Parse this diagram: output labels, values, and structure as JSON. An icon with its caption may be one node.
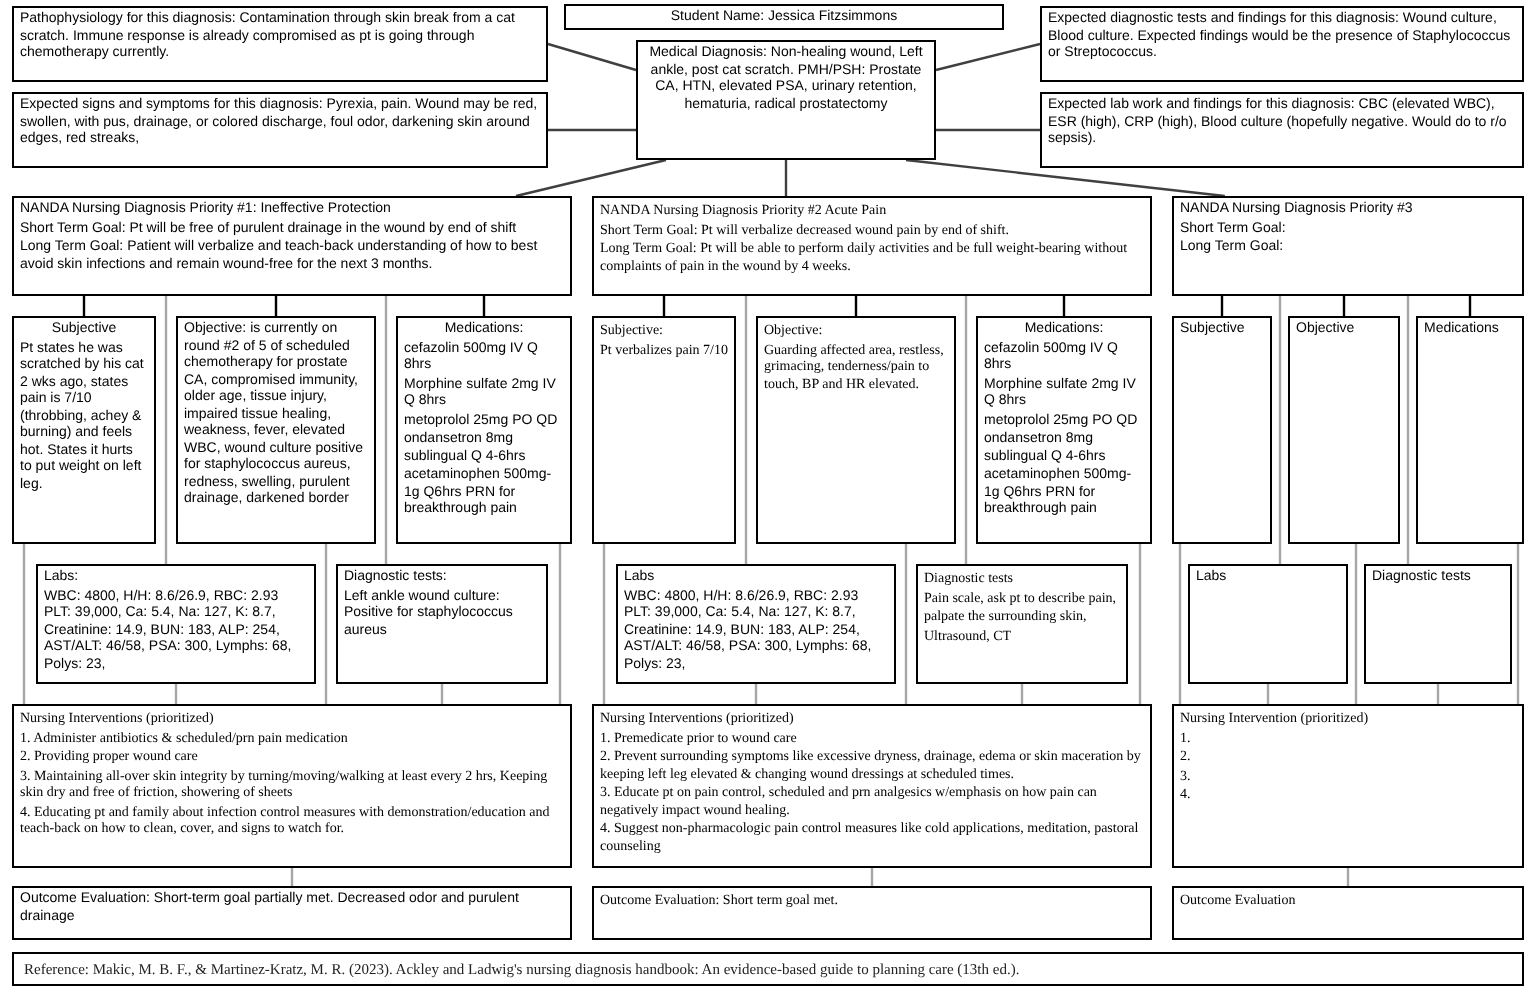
{
  "diagram": {
    "nodes": [
      {
        "text": [
          "Student Name: Jessica Fitzsimmons"
        ]
      },
      {
        "text": [
          "Pathophysiology for this diagnosis: Contamination through skin break from a cat scratch. Immune response is already compromised as pt is going through chemotherapy currently."
        ]
      },
      {
        "text": [
          "Medical Diagnosis: Non-healing wound, Left ankle, post cat scratch. PMH/PSH: Prostate CA, HTN, elevated PSA, urinary retention, hematuria, radical prostatectomy"
        ]
      },
      {
        "text": [
          "Expected diagnostic tests and findings for this diagnosis: Wound culture, Blood culture. Expected findings would be the presence of Staphylococcus or Streptococcus."
        ]
      },
      {
        "text": [
          "Expected signs and symptoms for this diagnosis: Pyrexia, pain. Wound may be red, swollen, with pus, drainage, or colored discharge, foul odor, darkening skin around edges, red streaks,"
        ]
      },
      {
        "text": [
          "Expected lab work and findings for this diagnosis: CBC (elevated WBC), ESR (high), CRP (high), Blood culture (hopefully negative. Would do to r/o sepsis)."
        ]
      },
      {
        "text": [
          "NANDA Nursing Diagnosis Priority #1: Ineffective Protection",
          "Short Term Goal: Pt will be free of purulent drainage in the wound by end of shift",
          "Long Term Goal: Patient will verbalize and teach-back understanding of how to best avoid skin infections and remain wound-free for the next 3 months."
        ]
      },
      {
        "text": [
          "Subjective",
          "Pt states he was scratched by his cat 2 wks ago, states pain is 7/10 (throbbing, achey & burning) and feels hot. States it hurts to put weight on left leg."
        ]
      },
      {
        "text": [
          "Objective: is currently on round #2 of 5 of scheduled chemotherapy for prostate CA, compromised immunity, older age, tissue injury, impaired tissue healing, weakness, fever, elevated WBC, wound culture positive for staphylococcus aureus, redness, swelling, purulent drainage, darkened border"
        ]
      },
      {
        "text": [
          "Medications:",
          "cefazolin 500mg IV Q 8hrs",
          "Morphine sulfate 2mg IV Q 8hrs",
          "metoprolol 25mg PO QD",
          "ondansetron 8mg sublingual Q 4-6hrs",
          "acetaminophen 500mg-1g Q6hrs PRN for breakthrough pain"
        ]
      },
      {
        "text": [
          "Labs:",
          "WBC: 4800, H/H: 8.6/26.9, RBC: 2.93 PLT: 39,000, Ca: 5.4, Na: 127, K: 8.7, Creatinine: 14.9, BUN: 183, ALP: 254, AST/ALT: 46/58, PSA: 300, Lymphs: 68, Polys: 23,"
        ]
      },
      {
        "text": [
          "Diagnostic tests:",
          "Left ankle wound culture: Positive for staphylococcus aureus"
        ]
      },
      {
        "text": [
          "Nursing Interventions (prioritized)",
          "1. Administer antibiotics & scheduled/prn pain medication",
          "2. Providing proper wound care",
          "3. Maintaining all-over skin integrity by turning/moving/walking at least every 2 hrs, Keeping skin dry and free of friction, showering of sheets",
          "4. Educating pt and family about infection control measures with demonstration/education and teach-back on how to clean, cover, and signs to watch for."
        ]
      },
      {
        "text": [
          "Outcome Evaluation: Short-term goal partially met. Decreased odor and purulent drainage"
        ]
      },
      {
        "text": [
          "NANDA Nursing Diagnosis Priority #2 Acute Pain",
          "Short Term Goal: Pt will verbalize decreased wound pain by end of shift.",
          "Long Term Goal: Pt will be able to perform daily activities and be full weight-bearing without complaints of pain in the wound by 4 weeks."
        ]
      },
      {
        "text": [
          "Subjective:",
          "Pt verbalizes pain 7/10"
        ]
      },
      {
        "text": [
          "Objective:",
          "Guarding affected area, restless, grimacing, tenderness/pain to touch, BP and HR elevated."
        ]
      },
      {
        "text": [
          "Medications:",
          "cefazolin 500mg IV Q 8hrs",
          "Morphine sulfate 2mg IV Q 8hrs",
          "metoprolol 25mg PO QD",
          "ondansetron 8mg sublingual Q 4-6hrs",
          "acetaminophen 500mg-1g Q6hrs PRN for breakthrough pain"
        ]
      },
      {
        "text": [
          "Labs",
          "WBC: 4800, H/H: 8.6/26.9, RBC: 2.93 PLT: 39,000, Ca: 5.4, Na: 127, K: 8.7, Creatinine: 14.9, BUN: 183, ALP: 254, AST/ALT: 46/58, PSA: 300, Lymphs: 68, Polys: 23,"
        ]
      },
      {
        "text": [
          "Diagnostic tests",
          "Pain scale, ask pt to describe pain,",
          "palpate the surrounding skin,",
          "Ultrasound, CT"
        ]
      },
      {
        "text": [
          "Nursing Interventions (prioritized)",
          "1. Premedicate prior to wound care",
          "2. Prevent surrounding symptoms like excessive dryness, drainage, edema or skin maceration by keeping left leg elevated & changing wound dressings at scheduled times.",
          "3. Educate pt on pain control, scheduled and prn analgesics w/emphasis on how pain can negatively impact wound healing.",
          "4. Suggest non-pharmacologic pain control measures like cold applications, meditation, pastoral counseling"
        ]
      },
      {
        "text": [
          "Outcome Evaluation: Short term goal met."
        ]
      },
      {
        "text": [
          "NANDA Nursing Diagnosis Priority #3",
          "Short Term Goal:",
          "Long Term Goal:"
        ]
      },
      {
        "text": [
          "Subjective"
        ]
      },
      {
        "text": [
          "Objective"
        ]
      },
      {
        "text": [
          "Medications"
        ]
      },
      {
        "text": [
          "Labs"
        ]
      },
      {
        "text": [
          "Diagnostic tests"
        ]
      },
      {
        "text": [
          "Nursing Intervention (prioritized)",
          "1.",
          "2.",
          "3.",
          "4."
        ]
      },
      {
        "text": [
          "Outcome Evaluation"
        ]
      }
    ],
    "edges": [
      {
        "from": 1,
        "to": 2,
        "arrow": "none",
        "color": "#404040"
      },
      {
        "from": 4,
        "to": 2,
        "arrow": "none",
        "color": "#404040"
      },
      {
        "from": 3,
        "to": 2,
        "arrow": "none",
        "color": "#404040"
      },
      {
        "from": 5,
        "to": 2,
        "arrow": "none",
        "color": "#404040"
      },
      {
        "from": 2,
        "to": 6,
        "arrow": "none",
        "color": "#404040"
      },
      {
        "from": 2,
        "to": 14,
        "arrow": "none",
        "color": "#404040"
      },
      {
        "from": 2,
        "to": 22,
        "arrow": "none",
        "color": "#404040"
      },
      {
        "from": 6,
        "to": 7,
        "arrow": "none",
        "color": "#000000"
      },
      {
        "from": 6,
        "to": 10,
        "arrow": "none"
      },
      {
        "from": 6,
        "to": 8,
        "arrow": "none",
        "color": "#000000"
      },
      {
        "from": 6,
        "to": 11,
        "arrow": "none"
      },
      {
        "from": 6,
        "to": 9,
        "arrow": "none",
        "color": "#000000"
      },
      {
        "from": 7,
        "to": 12,
        "arrow": "none"
      },
      {
        "from": 10,
        "to": 12,
        "arrow": "none"
      },
      {
        "from": 8,
        "to": 12,
        "arrow": "none"
      },
      {
        "from": 11,
        "to": 12,
        "arrow": "none"
      },
      {
        "from": 9,
        "to": 12,
        "arrow": "none"
      },
      {
        "from": 12,
        "to": 13,
        "arrow": "none"
      },
      {
        "from": 14,
        "to": 15,
        "arrow": "none",
        "color": "#000000"
      },
      {
        "from": 14,
        "to": 18,
        "arrow": "none"
      },
      {
        "from": 14,
        "to": 16,
        "arrow": "none",
        "color": "#000000"
      },
      {
        "from": 14,
        "to": 19,
        "arrow": "none"
      },
      {
        "from": 14,
        "to": 17,
        "arrow": "none",
        "color": "#000000"
      },
      {
        "from": 15,
        "to": 20,
        "arrow": "none"
      },
      {
        "from": 18,
        "to": 20,
        "arrow": "none"
      },
      {
        "from": 16,
        "to": 20,
        "arrow": "none"
      },
      {
        "from": 19,
        "to": 20,
        "arrow": "none"
      },
      {
        "from": 17,
        "to": 20,
        "arrow": "none"
      },
      {
        "from": 20,
        "to": 21,
        "arrow": "none"
      },
      {
        "from": 22,
        "to": 23,
        "arrow": "none",
        "color": "#000000"
      },
      {
        "from": 22,
        "to": 26,
        "arrow": "none"
      },
      {
        "from": 22,
        "to": 24,
        "arrow": "none",
        "color": "#000000"
      },
      {
        "from": 22,
        "to": 27,
        "arrow": "none"
      },
      {
        "from": 22,
        "to": 25,
        "arrow": "none",
        "color": "#000000"
      },
      {
        "from": 23,
        "to": 28,
        "arrow": "none"
      },
      {
        "from": 26,
        "to": 28,
        "arrow": "none"
      },
      {
        "from": 24,
        "to": 28,
        "arrow": "none"
      },
      {
        "from": 27,
        "to": 28,
        "arrow": "none"
      },
      {
        "from": 25,
        "to": 28,
        "arrow": "none"
      },
      {
        "from": 28,
        "to": 29,
        "arrow": "none"
      }
    ],
    "caption": "Reference: Makic, M. B. F., & Martinez-Kratz, M. R. (2023). Ackley and Ladwig's nursing diagnosis handbook: An evidence-based guide to planning care (13th ed.)."
  }
}
